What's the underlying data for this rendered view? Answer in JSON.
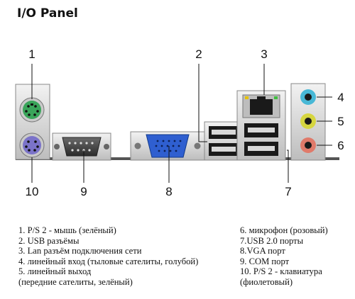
{
  "title": "I/O Panel",
  "callouts": [
    "1",
    "2",
    "3",
    "4",
    "5",
    "6",
    "7",
    "8",
    "9",
    "10"
  ],
  "legend_left": [
    "1. P/S 2 - мышь (зелёный)",
    "2. USB разъёмы",
    "3. Lan разъём подключения сети",
    "4. линейный вход (тыловые сателиты, голубой)",
    "5. линейный выход",
    "(передние сателиты, зелёный)"
  ],
  "legend_right": [
    "6. микрофон (розовый)",
    "7.USB 2.0 порты",
    "8.VGA порт",
    "9. COM порт",
    "10. P/S 2 - клавиатура",
    "(фиолетовый)"
  ],
  "colors": {
    "ps2_mouse": "#3aa55a",
    "ps2_keyboard": "#7b73c9",
    "vga": "#2f5fd0",
    "line_in": "#48b8d6",
    "line_out": "#d6d640",
    "mic": "#e07a6a",
    "panel": "#d8d8d8",
    "metal_dark": "#3a3a3a"
  }
}
